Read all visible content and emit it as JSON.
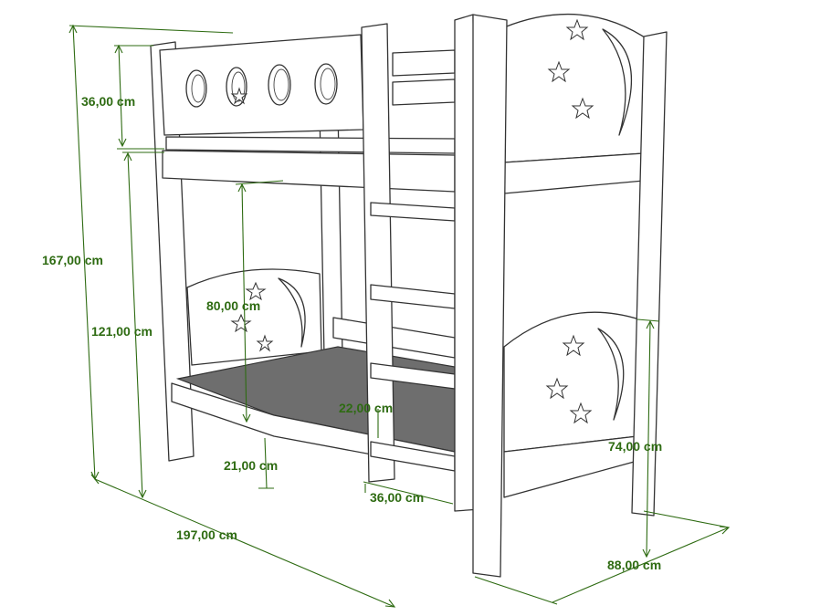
{
  "colors": {
    "dimension": "#2e6b12",
    "outline": "#333333",
    "mattress": "#6e6e6e"
  },
  "dimensions": {
    "rail_height": "36,00 cm",
    "total_height": "167,00 cm",
    "upper_bed_height": "121,00 cm",
    "clearance_height": "80,00 cm",
    "step_spacing": "22,00 cm",
    "floor_clearance": "21,00 cm",
    "ladder_width": "36,00 cm",
    "length": "197,00 cm",
    "width": "88,00 cm",
    "end_height": "74,00 cm"
  }
}
